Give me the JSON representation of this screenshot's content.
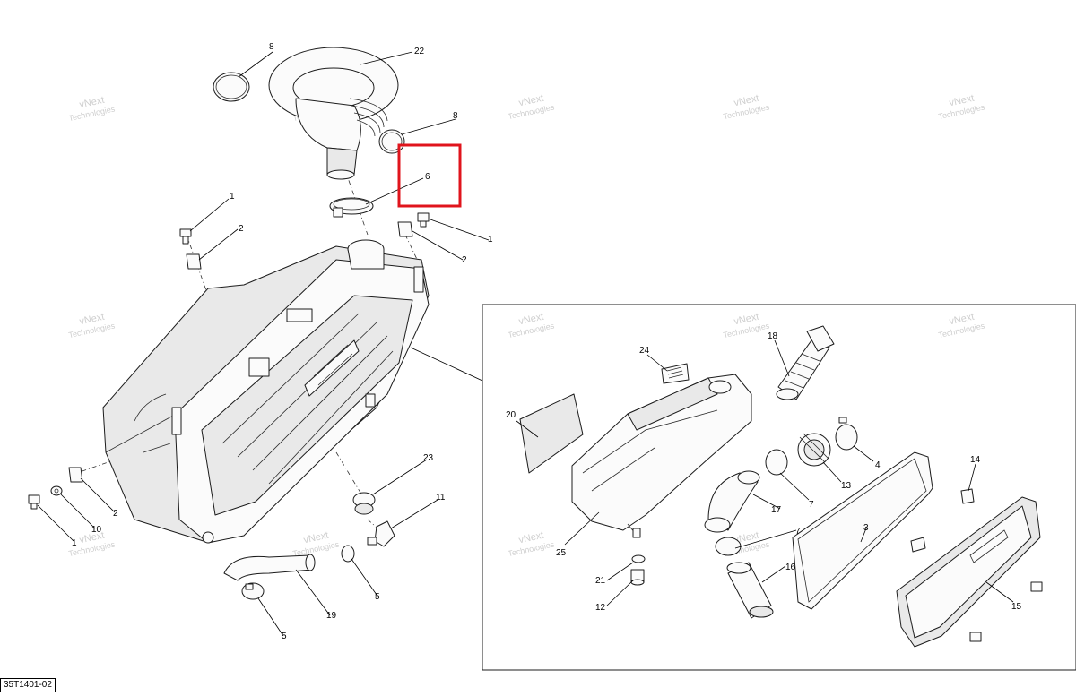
{
  "drawing_id": "35T1401-02",
  "watermark": {
    "line1": "vNext",
    "line2": "Technologies",
    "color": "#cfcfcf"
  },
  "highlight_color": "#e0141c",
  "callouts_main": [
    "8",
    "22",
    "8",
    "6",
    "1",
    "2",
    "1",
    "2",
    "23",
    "11",
    "2",
    "10",
    "1",
    "19",
    "5",
    "5"
  ],
  "callouts_detail": [
    "24",
    "18",
    "20",
    "4",
    "13",
    "7",
    "14",
    "17",
    "3",
    "7",
    "25",
    "16",
    "21",
    "12",
    "15"
  ]
}
